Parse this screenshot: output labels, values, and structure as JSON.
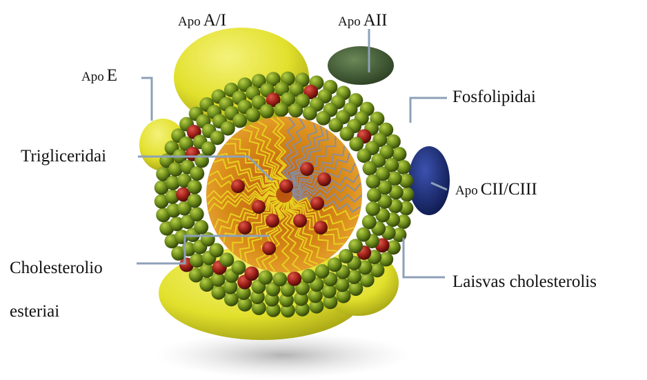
{
  "labels": {
    "apo_ai": {
      "prefix": "Apo",
      "name": "A/I"
    },
    "apo_aii": {
      "prefix": "Apo",
      "name": "AII"
    },
    "apo_e": {
      "prefix": "Apo",
      "name": "E"
    },
    "apo_ciii": {
      "prefix": "Apo",
      "name": "CII/CIII"
    },
    "fosfolipidai": "Fosfolipidai",
    "trigliceridai": "Trigliceridai",
    "cholesterolio_1": "Cholesterolio",
    "cholesterolio_2": "esteriai",
    "laisvas": "Laisvas cholesterolis"
  },
  "colors": {
    "phospholipid_head": "#6f8f1c",
    "apo_yellow": "#e2e02c",
    "apo_aii_dark": "#3f5a32",
    "apo_ciii_blue": "#1d2f78",
    "core_orange": "#d88a18",
    "cholesterol_red": "#9a1f17",
    "leader_line": "#8ea0b8"
  }
}
